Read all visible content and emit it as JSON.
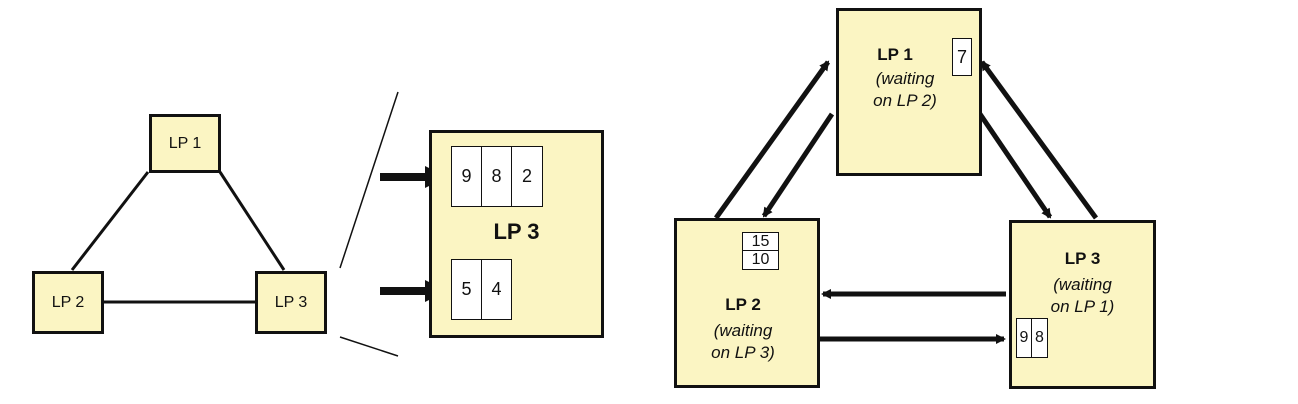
{
  "left_graph": {
    "lp1": "LP 1",
    "lp2": "LP 2",
    "lp3": "LP 3"
  },
  "zoom": {
    "title": "LP 3",
    "queue_top": [
      "9",
      "8",
      "2"
    ],
    "queue_bottom": [
      "5",
      "4"
    ]
  },
  "deadlock": {
    "lp1": {
      "title": "LP 1",
      "status_line1": "(waiting",
      "status_line2": "on LP 2)",
      "queue": [
        "7"
      ]
    },
    "lp2": {
      "title": "LP 2",
      "status_line1": "(waiting",
      "status_line2": "on LP 3)",
      "queue": [
        "15",
        "10"
      ]
    },
    "lp3": {
      "title": "LP 3",
      "status_line1": "(waiting",
      "status_line2": "on LP 1)",
      "queue": [
        "9",
        "8"
      ]
    }
  }
}
